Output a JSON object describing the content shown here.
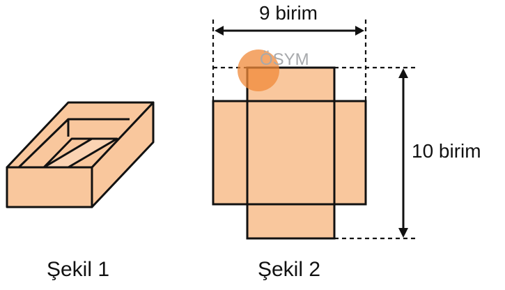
{
  "figure1": {
    "caption": "Şekil 1"
  },
  "figure2": {
    "caption": "Şekil 2",
    "width_label": "9 birim",
    "height_label": "10 birim",
    "watermark": "ÖSYM"
  },
  "colors": {
    "face_fill": "#f9c79d",
    "outline": "#111111",
    "watermark_circle": "#f08a3a",
    "watermark_text": "#a7a9ac"
  }
}
